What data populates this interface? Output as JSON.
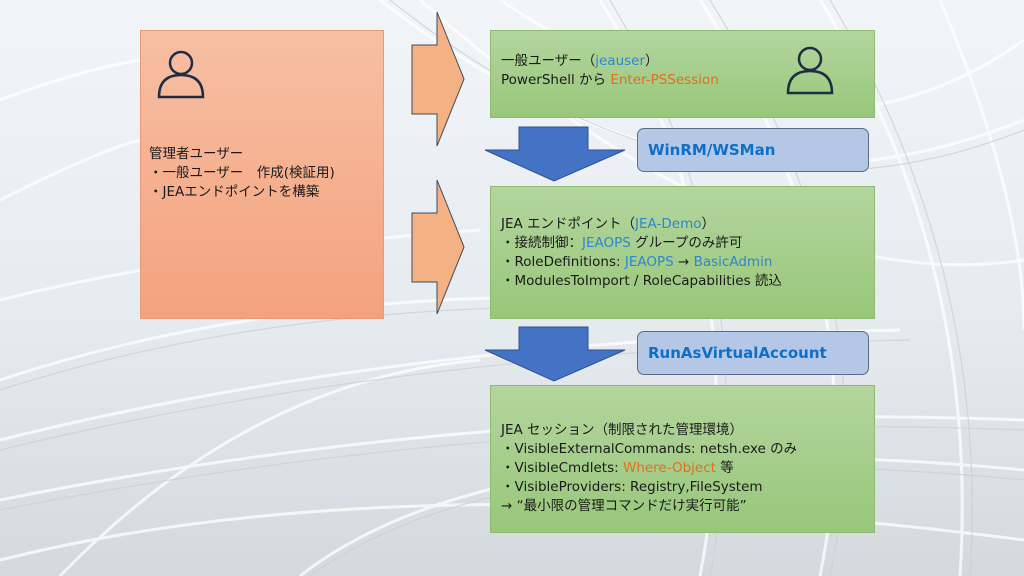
{
  "colors": {
    "admin_fill": "#f4a27e",
    "green_fill": "#a9d18e",
    "label_fill": "#b4c7e7",
    "label_text": "#0f6fc6",
    "accent_blue": "#2e86d1",
    "accent_orange": "#e07020",
    "down_arrow": "#4472c4",
    "right_arrow": "#f4b183"
  },
  "admin_box": {
    "icon": "user-icon",
    "title": "管理者ユーザー",
    "items": [
      "・一般ユーザー　作成(検証用)",
      "・JEAエンドポイントを構築"
    ]
  },
  "user_box": {
    "icon": "user-icon",
    "line1_prefix": "一般ユーザー（",
    "line1_highlight": "jeauser",
    "line1_suffix": "）",
    "line2_prefix": "PowerShell から ",
    "line2_highlight": "Enter-PSSession"
  },
  "transport_label": "WinRM/WSMan",
  "endpoint_box": {
    "title_prefix": "JEA エンドポイント（",
    "title_highlight": "JEA-Demo",
    "title_suffix": "）",
    "line1_prefix": "・接続制御：",
    "line1_highlight": "JEAOPS",
    "line1_suffix": " グループのみ許可",
    "line2_prefix": "・RoleDefinitions: ",
    "line2_highlight1": "JEAOPS",
    "line2_arrow": " → ",
    "line2_highlight2": "BasicAdmin",
    "line3": "・ModulesToImport / RoleCapabilities 読込"
  },
  "runas_label": "RunAsVirtualAccount",
  "session_box": {
    "title": "JEA セッション（制限された管理環境）",
    "line1": "・VisibleExternalCommands: netsh.exe のみ",
    "line2_prefix": "・VisibleCmdlets: ",
    "line2_highlight": "Where-Object",
    "line2_suffix": " 等",
    "line3": "・VisibleProviders: Registry,FileSystem",
    "line4": "→ “最小限の管理コマンドだけ実行可能”"
  }
}
